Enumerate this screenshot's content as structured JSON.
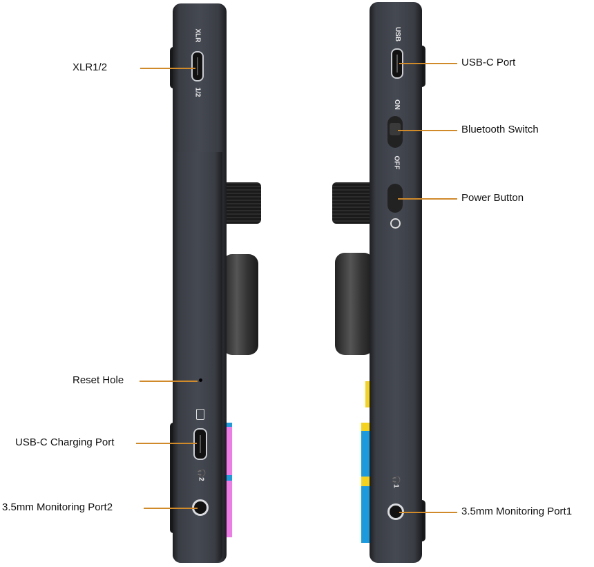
{
  "callouts": {
    "xlr": "XLR1/2",
    "usb_c_port": "USB-C Port",
    "bluetooth_switch": "Bluetooth Switch",
    "power_button": "Power Button",
    "reset_hole": "Reset Hole",
    "usb_c_charging": "USB-C Charging Port",
    "monitor_port2": "3.5mm Monitoring Port2",
    "monitor_port1": "3.5mm Monitoring Port1"
  },
  "device_markings": {
    "xlr": "XLR",
    "xlr_channel": "1/2",
    "usb": "USB",
    "on": "ON",
    "off": "OFF",
    "headphone2": "2",
    "headphone1": "1"
  },
  "colors": {
    "callout_line": "#d08a2a",
    "device": "#40434a"
  }
}
